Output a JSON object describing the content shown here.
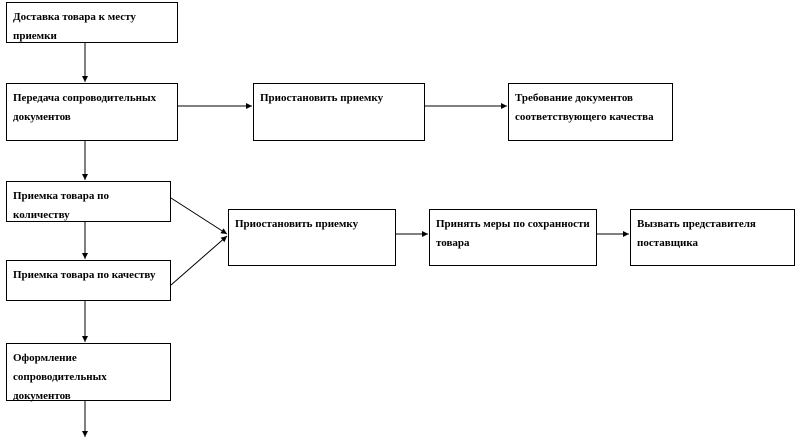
{
  "nodes": {
    "b1": {
      "label": "Доставка товара к месту приемки"
    },
    "b2": {
      "label": "Передача сопроводительных документов"
    },
    "b3": {
      "label": "Приостановить приемку"
    },
    "b4": {
      "label": "Требование документов соответствующего качества"
    },
    "b5": {
      "label": "Приемка товара по количеству"
    },
    "b6": {
      "label": "Приемка товара по качеству"
    },
    "b7": {
      "label": "Приостановить приемку"
    },
    "b8": {
      "label": "Принять меры по сохранности товара"
    },
    "b9": {
      "label": "Вызвать представителя поставщика"
    },
    "b10": {
      "label": "Оформление сопроводительных документов"
    }
  },
  "edges": [
    {
      "from": "b1",
      "to": "b2"
    },
    {
      "from": "b2",
      "to": "b3"
    },
    {
      "from": "b3",
      "to": "b4"
    },
    {
      "from": "b2",
      "to": "b5"
    },
    {
      "from": "b5",
      "to": "b6"
    },
    {
      "from": "b5",
      "to": "b7"
    },
    {
      "from": "b6",
      "to": "b7"
    },
    {
      "from": "b7",
      "to": "b8"
    },
    {
      "from": "b8",
      "to": "b9"
    },
    {
      "from": "b6",
      "to": "b10"
    },
    {
      "from": "b10",
      "to": "next"
    }
  ]
}
